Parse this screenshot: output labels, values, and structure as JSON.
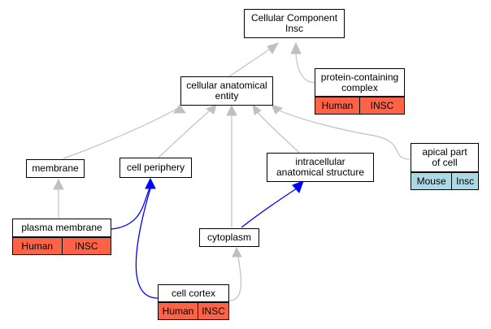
{
  "colors": {
    "is_a_edge": "#c0c0c0",
    "part_of_edge": "#0000ff",
    "human_annotation": "#ff6347",
    "mouse_annotation": "#add8e6"
  },
  "nodes": {
    "cellular_component": {
      "line1": "Cellular Component",
      "line2": "Insc"
    },
    "protein_complex": {
      "line1": "protein-containing",
      "line2": "complex"
    },
    "cellular_anatomical_entity": {
      "line1": "cellular anatomical",
      "line2": "entity"
    },
    "membrane": {
      "label": "membrane"
    },
    "cell_periphery": {
      "label": "cell periphery"
    },
    "intracellular_structure": {
      "line1": "intracellular",
      "line2": "anatomical structure"
    },
    "apical_part": {
      "line1": "apical part",
      "line2": "of cell"
    },
    "plasma_membrane": {
      "label": "plasma membrane"
    },
    "cytoplasm": {
      "label": "cytoplasm"
    },
    "cell_cortex": {
      "label": "cell cortex"
    }
  },
  "annotations": {
    "protein_complex": {
      "species": "Human",
      "gene": "INSC"
    },
    "apical_part": {
      "species": "Mouse",
      "gene": "Insc"
    },
    "plasma_membrane": {
      "species": "Human",
      "gene": "INSC"
    },
    "cell_cortex": {
      "species": "Human",
      "gene": "INSC"
    }
  },
  "edges": [
    {
      "from": "protein-containing complex",
      "to": "Cellular Component",
      "type": "is_a"
    },
    {
      "from": "cellular anatomical entity",
      "to": "Cellular Component",
      "type": "is_a"
    },
    {
      "from": "membrane",
      "to": "cellular anatomical entity",
      "type": "is_a"
    },
    {
      "from": "cell periphery",
      "to": "cellular anatomical entity",
      "type": "is_a"
    },
    {
      "from": "intracellular anatomical structure",
      "to": "cellular anatomical entity",
      "type": "is_a"
    },
    {
      "from": "cytoplasm",
      "to": "cellular anatomical entity",
      "type": "is_a"
    },
    {
      "from": "apical part of cell",
      "to": "cellular anatomical entity",
      "type": "is_a"
    },
    {
      "from": "plasma membrane",
      "to": "membrane",
      "type": "is_a"
    },
    {
      "from": "plasma membrane",
      "to": "cell periphery",
      "type": "part_of"
    },
    {
      "from": "cell cortex",
      "to": "cell periphery",
      "type": "part_of"
    },
    {
      "from": "cytoplasm",
      "to": "intracellular anatomical structure",
      "type": "part_of"
    },
    {
      "from": "cell cortex",
      "to": "cytoplasm",
      "type": "is_a"
    }
  ]
}
